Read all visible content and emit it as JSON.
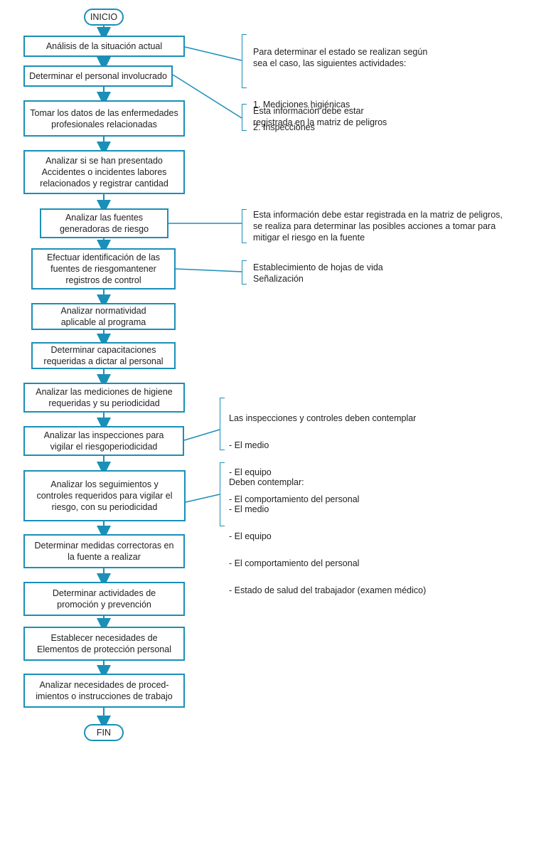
{
  "flow": {
    "start": "INICIO",
    "end": "FIN",
    "steps": [
      "Análisis de la situación actual",
      "Determinar el personal involucrado",
      "Tomar los datos de las enfermedades\nprofesionales relacionadas",
      "Analizar si se han presentado\nAccidentes o incidentes labores\nrelacionados y registrar cantidad",
      "Analizar las fuentes\ngeneradoras de riesgo",
      "Efectuar identificación de las\nfuentes de riesgomantener\nregistros de control",
      "Analizar normatividad\naplicable al programa",
      "Determinar capacitaciones\nrequeridas a dictar al personal",
      "Analizar las mediciones de higiene\nrequeridas y su periodicidad",
      "Analizar las inspecciones para\nvigilar el riesgoperiodicidad",
      "Analizar los seguimientos y\ncontroles requeridos para vigilar el\nriesgo, con su periodicidad",
      "Determinar medidas correctoras en\nla fuente a realizar",
      "Determinar actividades de\npromoción y prevención",
      "Establecer necesidades de\nElementos de protección personal",
      "Analizar necesidades de proced-\nimientos o instrucciones de trabajo"
    ]
  },
  "notes": {
    "n1": {
      "intro": "Para determinar el estado se realizan según\nsea el caso, las siguientes actividades:",
      "items": [
        "1. Mediciones higiénicas",
        "2. Inspecciones"
      ]
    },
    "n2": "Esta información debe estar\nregistrada en la matriz de peligros",
    "n3": "Esta información debe estar registrada en la matriz de peligros,\nse realiza para determinar las posibles acciones a tomar para\nmitigar el riesgo en la fuente",
    "n4": "Establecimiento de hojas de vida\nSeñalización",
    "n5": {
      "intro": "Las inspecciones y controles deben contemplar",
      "items": [
        "-  El medio",
        "-  El equipo",
        "-  El comportamiento del personal"
      ]
    },
    "n6": {
      "intro": "Deben contemplar:",
      "items": [
        "-  El medio",
        "-  El equipo",
        "-  El comportamiento del personal",
        "-  Estado de salud del trabajador (examen médico)"
      ]
    }
  },
  "colors": {
    "accent": "#1a8fb8"
  }
}
